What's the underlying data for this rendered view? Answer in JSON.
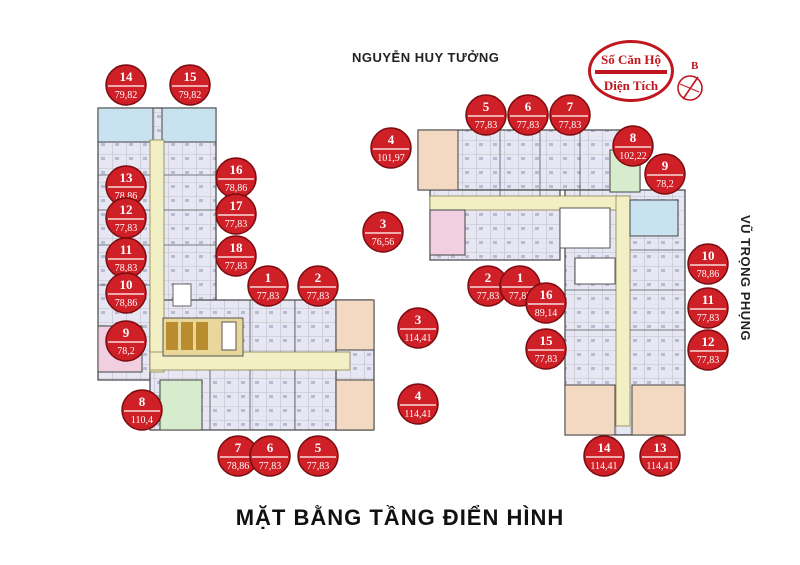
{
  "streets": {
    "top": "NGUYỄN HUY TƯỞNG",
    "right": "VŨ TRỌNG PHỤNG"
  },
  "title": "MẶT BẰNG TẦNG ĐIỂN HÌNH",
  "legend": {
    "line1": "Số Căn Hộ",
    "line2": "Diện Tích"
  },
  "compass": {
    "label": "B"
  },
  "colors": {
    "badge_fill": "#cf1f27",
    "badge_ring": "#7a0c10",
    "badge_text": "#ffffff",
    "corridor": "#f2eec3",
    "wall": "#555555",
    "room": "#e3e4f2"
  },
  "left_building": [
    {
      "num": "14",
      "area": "79,82"
    },
    {
      "num": "15",
      "area": "79,82"
    },
    {
      "num": "13",
      "area": "78,86"
    },
    {
      "num": "16",
      "area": "78,86"
    },
    {
      "num": "12",
      "area": "77,83"
    },
    {
      "num": "17",
      "area": "77,83"
    },
    {
      "num": "11",
      "area": "78,83"
    },
    {
      "num": "18",
      "area": "77,83"
    },
    {
      "num": "10",
      "area": "78,86"
    },
    {
      "num": "1",
      "area": "77,83"
    },
    {
      "num": "2",
      "area": "77,83"
    },
    {
      "num": "9",
      "area": "78,2"
    },
    {
      "num": "3",
      "area": "114,41"
    },
    {
      "num": "8",
      "area": "110,4"
    },
    {
      "num": "4",
      "area": "114,41"
    },
    {
      "num": "7",
      "area": "78,86"
    },
    {
      "num": "6",
      "area": "77,83"
    },
    {
      "num": "5",
      "area": "77,83"
    }
  ],
  "right_building": [
    {
      "num": "5",
      "area": "77,83"
    },
    {
      "num": "6",
      "area": "77,83"
    },
    {
      "num": "7",
      "area": "77,83"
    },
    {
      "num": "4",
      "area": "101,97"
    },
    {
      "num": "8",
      "area": "102,22"
    },
    {
      "num": "9",
      "area": "78,2"
    },
    {
      "num": "3",
      "area": "76,56"
    },
    {
      "num": "10",
      "area": "78,86"
    },
    {
      "num": "2",
      "area": "77,83"
    },
    {
      "num": "1",
      "area": "77,83"
    },
    {
      "num": "16",
      "area": "89,14"
    },
    {
      "num": "11",
      "area": "77,83"
    },
    {
      "num": "15",
      "area": "77,83"
    },
    {
      "num": "12",
      "area": "77,83"
    },
    {
      "num": "14",
      "area": "114,41"
    },
    {
      "num": "13",
      "area": "114,41"
    }
  ]
}
